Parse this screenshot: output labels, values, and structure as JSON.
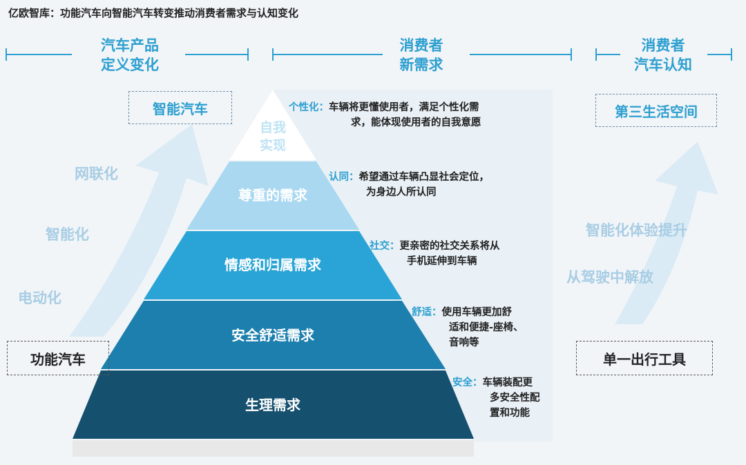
{
  "title": "亿欧智库：功能汽车向智能汽车转变推动消费者需求与认知变化",
  "headers": {
    "left_line1": "汽车产品",
    "left_line2": "定义变化",
    "mid_line1": "消费者",
    "mid_line2": "新需求",
    "right_line1": "消费者",
    "right_line2": "汽车认知"
  },
  "left": {
    "top_box": "智能汽车",
    "bottom_box": "功能汽车",
    "steps": [
      "网联化",
      "智能化",
      "电动化"
    ]
  },
  "right": {
    "top_box": "第三生活空间",
    "bottom_box": "单一出行工具",
    "steps": [
      "智能化体验提升",
      "从驾驶中解放"
    ]
  },
  "pyramid": {
    "levels": [
      {
        "label_line1": "自我",
        "label_line2": "实现",
        "color": "#ffffff"
      },
      {
        "label": "尊重的需求",
        "color": "#a9d8f0"
      },
      {
        "label": "情感和归属需求",
        "color": "#2aa4d6"
      },
      {
        "label": "安全舒适需求",
        "color": "#1c7fae"
      },
      {
        "label": "生理需求",
        "color": "#16506f"
      }
    ]
  },
  "descriptions": [
    {
      "key": "个性化：",
      "line1": "车辆将更懂使用者，满足个性化需",
      "line2": "求，能体现使用者的自我意愿"
    },
    {
      "key": "认同：",
      "line1": "希望通过车辆凸显社会定位，",
      "line2": "为身边人所认同"
    },
    {
      "key": "社交：",
      "line1": "更亲密的社交关系将从",
      "line2": "手机延伸到车辆"
    },
    {
      "key": "舒适：",
      "line1": "使用车辆更加舒",
      "line2": "适和便捷-座椅、",
      "line3": "音响等"
    },
    {
      "key": "安全：",
      "line1": "车辆装配更",
      "line2": "多安全性配",
      "line3": "置和功能"
    }
  ]
}
